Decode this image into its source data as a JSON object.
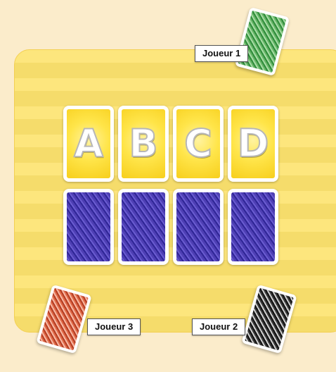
{
  "letters": [
    "A",
    "B",
    "C",
    "D"
  ],
  "players": {
    "p1": {
      "label": "Joueur 1",
      "card_color": "#67b467"
    },
    "p2": {
      "label": "Joueur 2",
      "card_color": "#3a3a3a"
    },
    "p3": {
      "label": "Joueur 3",
      "card_color": "#e06a48"
    }
  },
  "colors": {
    "board": "#fde36e",
    "letter_card": "#ffe54a",
    "card_back": "#4e3fb4",
    "background": "#fbeccb"
  }
}
